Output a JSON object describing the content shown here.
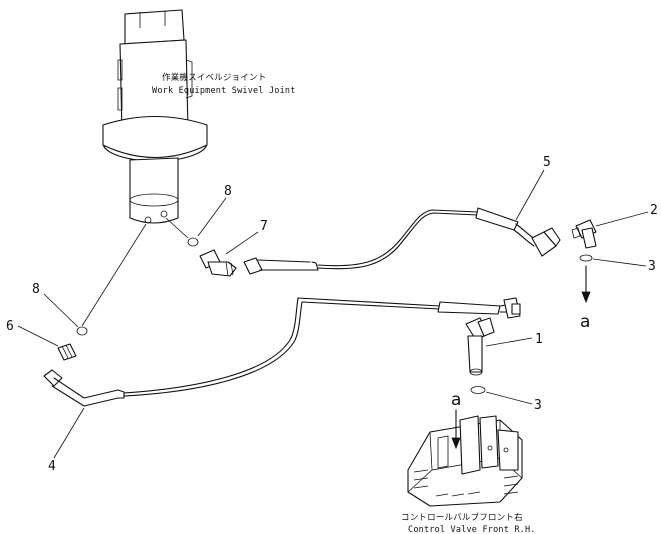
{
  "labels": {
    "swivel_joint_jp": "作業機スイベルジョイント",
    "swivel_joint_en": "Work Equipment Swivel Joint",
    "control_valve_jp": "コントロールバルブフロント右",
    "control_valve_en": "Control Valve Front R.H."
  },
  "callouts": {
    "n1": "1",
    "n2": "2",
    "n3_upper": "3",
    "n3_lower": "3",
    "n4": "4",
    "n5": "5",
    "n6": "6",
    "n7": "7",
    "n8_upper": "8",
    "n8_lower": "8",
    "a_right": "a",
    "a_valve": "a"
  }
}
